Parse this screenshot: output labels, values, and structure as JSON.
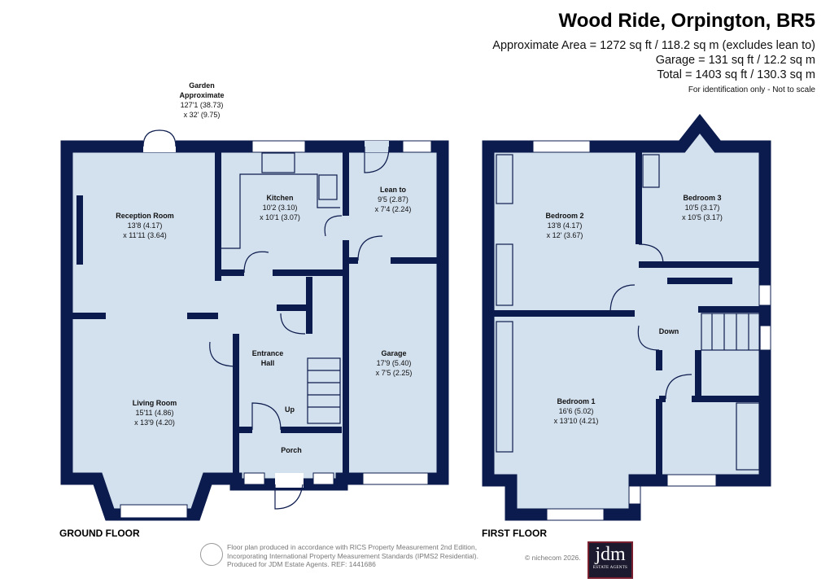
{
  "header": {
    "title": "Wood Ride, Orpington, BR5",
    "area": "Approximate Area = 1272 sq ft / 118.2 sq m (excludes lean to)",
    "garage": "Garage = 131 sq ft / 12.2 sq m",
    "total": "Total = 1403 sq ft / 130.3 sq m",
    "note": "For identification only - Not to scale"
  },
  "garden": {
    "l1": "Garden",
    "l2": "Approximate",
    "l3": "127'1 (38.73)",
    "l4": "x 32' (9.75)"
  },
  "ground_floor": {
    "label": "GROUND FLOOR",
    "rooms": [
      {
        "name": "Reception Room",
        "d1": "13'8 (4.17)",
        "d2": "x 11'11 (3.64)"
      },
      {
        "name": "Kitchen",
        "d1": "10'2 (3.10)",
        "d2": "x 10'1 (3.07)"
      },
      {
        "name": "Lean to",
        "d1": "9'5 (2.87)",
        "d2": "x 7'4 (2.24)"
      },
      {
        "name": "Living Room",
        "d1": "15'11 (4.86)",
        "d2": "x 13'9 (4.20)"
      },
      {
        "name": "Entrance",
        "d1": "Hall",
        "d2": ""
      },
      {
        "name": "Garage",
        "d1": "17'9 (5.40)",
        "d2": "x 7'5 (2.25)"
      },
      {
        "name": "Porch",
        "d1": "",
        "d2": ""
      }
    ],
    "stair_label": "Up"
  },
  "first_floor": {
    "label": "FIRST FLOOR",
    "rooms": [
      {
        "name": "Bedroom 2",
        "d1": "13'8 (4.17)",
        "d2": "x 12' (3.67)"
      },
      {
        "name": "Bedroom 3",
        "d1": "10'5 (3.17)",
        "d2": "x 10'5 (3.17)"
      },
      {
        "name": "Bedroom 1",
        "d1": "16'6 (5.02)",
        "d2": "x 13'10 (4.21)"
      }
    ],
    "stair_label": "Down"
  },
  "footer": {
    "l1": "Floor plan produced in accordance with RICS Property Measurement 2nd Edition,",
    "l2": "Incorporating International Property Measurement Standards (IPMS2 Residential).",
    "l3": "Produced for JDM Estate Agents.   REF: 1441686",
    "copyright": "© nichecom 2026."
  },
  "logo": {
    "main": "jdm",
    "sub": "ESTATE AGENTS"
  },
  "colors": {
    "wall": "#0c1b4d",
    "room": "#d3e0ee",
    "logo_bg": "#1c1a2e"
  }
}
